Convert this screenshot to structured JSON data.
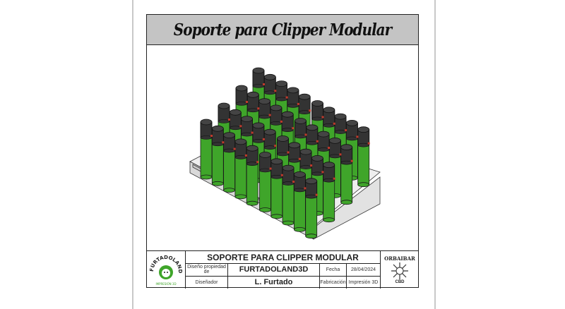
{
  "header": {
    "title": "Soporte para Clipper Modular"
  },
  "title_block": {
    "title": "SOPORTE PARA CLIPPER MODULAR",
    "owner_label": "Diseño propiedad de",
    "owner_value": "FURTADOLAND3D",
    "date_label": "Fecha",
    "date_value": "28/04/2024",
    "designer_label": "Diseñador",
    "designer_value": "L. Furtado",
    "manufacturing_label": "Fabricación",
    "manufacturing_value": "Impresión 3D",
    "left_logo_text": "FURTADOLAND IMPRESIÓN 3D",
    "right_logo_text_top": "ORBAIBAR",
    "right_logo_text_bottom": "CBD"
  },
  "colors": {
    "body": "#3fa52a",
    "cap": "#333333",
    "tray": "#e6e6e6",
    "band": "#c4c4c4"
  }
}
